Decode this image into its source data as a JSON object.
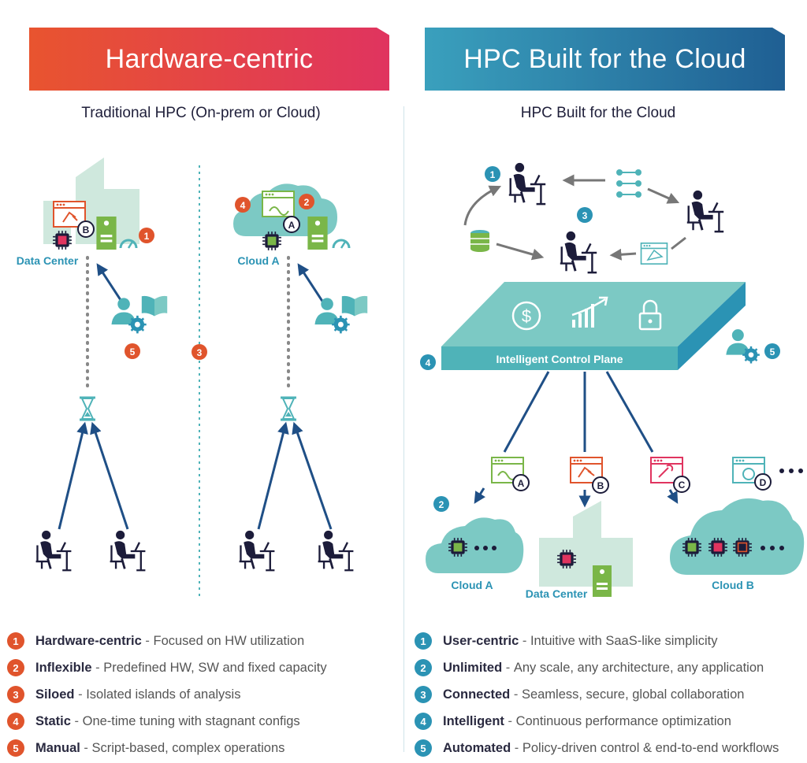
{
  "banners": {
    "left": "Hardware-centric",
    "right": "HPC Built for the Cloud"
  },
  "subtitles": {
    "left": "Traditional HPC (On-prem or Cloud)",
    "right": "HPC Built for the Cloud"
  },
  "left_diagram": {
    "data_center": "Data Center",
    "cloud_a": "Cloud A",
    "badges": {
      "b": "B",
      "a": "A",
      "n1": "1",
      "n2": "2",
      "n3": "3",
      "n4": "4",
      "n5": "5"
    }
  },
  "right_diagram": {
    "control_plane": "Intelligent Control Plane",
    "cloud_a": "Cloud A",
    "data_center": "Data Center",
    "cloud_b": "Cloud B",
    "badges": {
      "a": "A",
      "b": "B",
      "c": "C",
      "d": "D",
      "n1": "1",
      "n2": "2",
      "n3": "3",
      "n4": "4",
      "n5": "5"
    }
  },
  "legend_left": [
    {
      "num": "1",
      "term": "Hardware-centric",
      "desc": "Focused on HW utilization"
    },
    {
      "num": "2",
      "term": "Inflexible",
      "desc": "Predefined HW, SW and fixed capacity"
    },
    {
      "num": "3",
      "term": "Siloed",
      "desc": "Isolated islands of analysis"
    },
    {
      "num": "4",
      "term": "Static",
      "desc": "One-time tuning with stagnant configs"
    },
    {
      "num": "5",
      "term": "Manual",
      "desc": "Script-based, complex operations"
    }
  ],
  "legend_right": [
    {
      "num": "1",
      "term": "User-centric",
      "desc": "Intuitive with SaaS-like simplicity"
    },
    {
      "num": "2",
      "term": "Unlimited",
      "desc": "Any scale, any architecture, any application"
    },
    {
      "num": "3",
      "term": "Connected",
      "desc": "Seamless, secure, global collaboration"
    },
    {
      "num": "4",
      "term": "Intelligent",
      "desc": "Continuous performance optimization"
    },
    {
      "num": "5",
      "term": "Automated",
      "desc": "Policy-driven control & end-to-end workflows"
    }
  ],
  "colors": {
    "red": "#e0542c",
    "blue": "#2b93b4",
    "navy": "#1f4f86",
    "teal": "#4fb3b8",
    "green": "#7ab648",
    "pink": "#e0345f"
  }
}
